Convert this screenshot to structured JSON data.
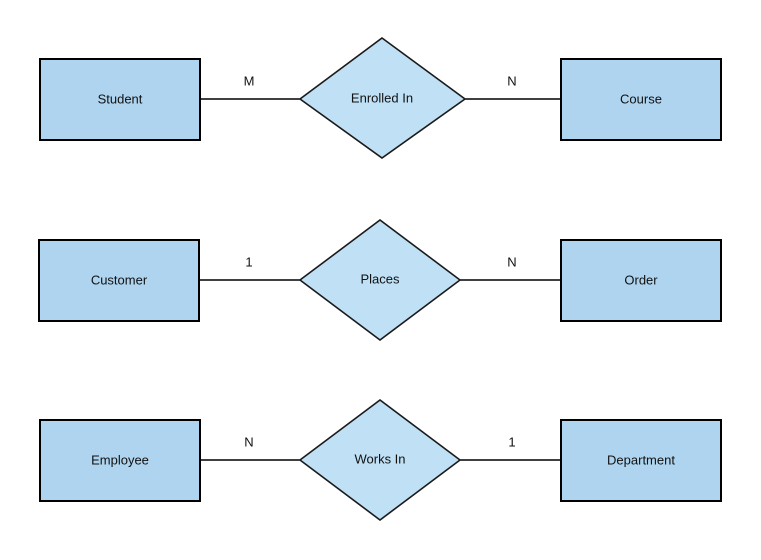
{
  "diagram": {
    "type": "er-diagram",
    "background_color": "#ffffff",
    "entity_fill": "#aed4ef",
    "entity_stroke": "#000000",
    "relationship_fill": "#bfe0f5",
    "relationship_stroke": "#1a1a1a",
    "line_color": "#000000",
    "text_color": "#111111",
    "relationships": [
      {
        "left_entity": "Student",
        "left_cardinality": "M",
        "relationship": "Enrolled In",
        "right_cardinality": "N",
        "right_entity": "Course"
      },
      {
        "left_entity": "Customer",
        "left_cardinality": "1",
        "relationship": "Places",
        "right_cardinality": "N",
        "right_entity": "Order"
      },
      {
        "left_entity": "Employee",
        "left_cardinality": "N",
        "relationship": "Works In",
        "right_cardinality": "1",
        "right_entity": "Department"
      }
    ]
  }
}
